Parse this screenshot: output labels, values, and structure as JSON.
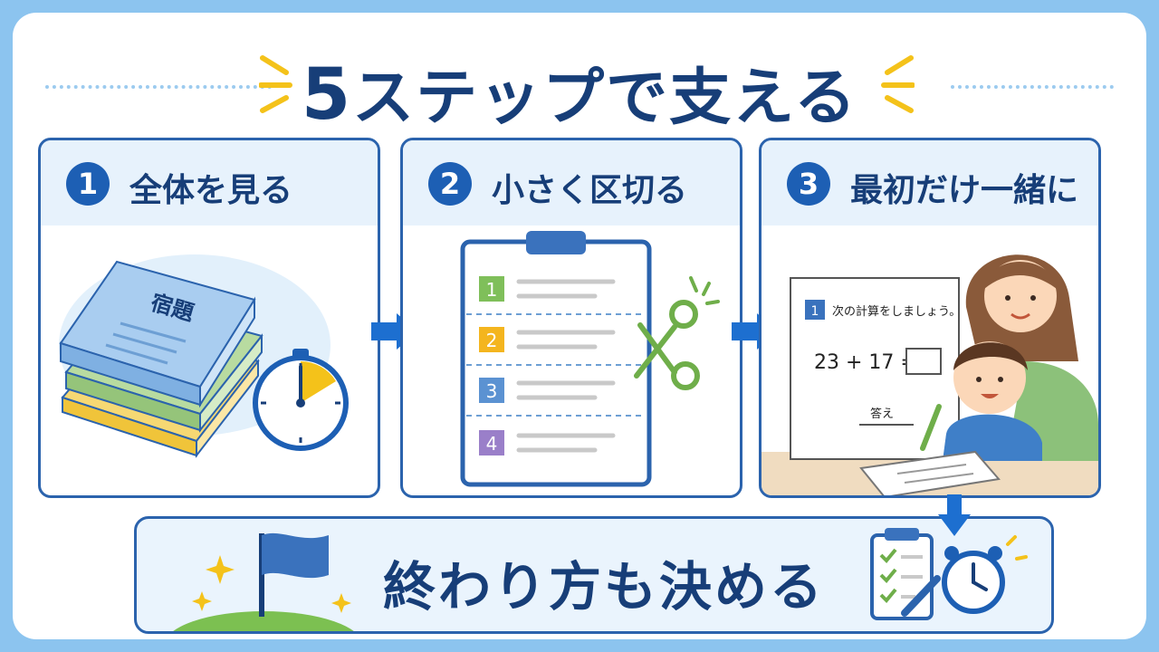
{
  "title": {
    "number": "5",
    "text": "ステップで支える"
  },
  "steps": [
    {
      "number": "1",
      "label": "全体を見る",
      "book_label": "宿題"
    },
    {
      "number": "2",
      "label": "小さく区切る",
      "list_numbers": [
        "1",
        "2",
        "3",
        "4"
      ]
    },
    {
      "number": "3",
      "label": "最初だけ一緒に",
      "worksheet_number": "1",
      "worksheet_instruction": "次の計算をしましょう。",
      "equation": "23 + 17 =",
      "answer_label": "答え"
    }
  ],
  "final_step": {
    "label": "終わり方も決める"
  },
  "colors": {
    "navy": "#173e78",
    "blue": "#1d5fb4",
    "border": "#2b63ad",
    "panel": "#e7f2fc",
    "accent_yellow": "#f4c21a"
  }
}
